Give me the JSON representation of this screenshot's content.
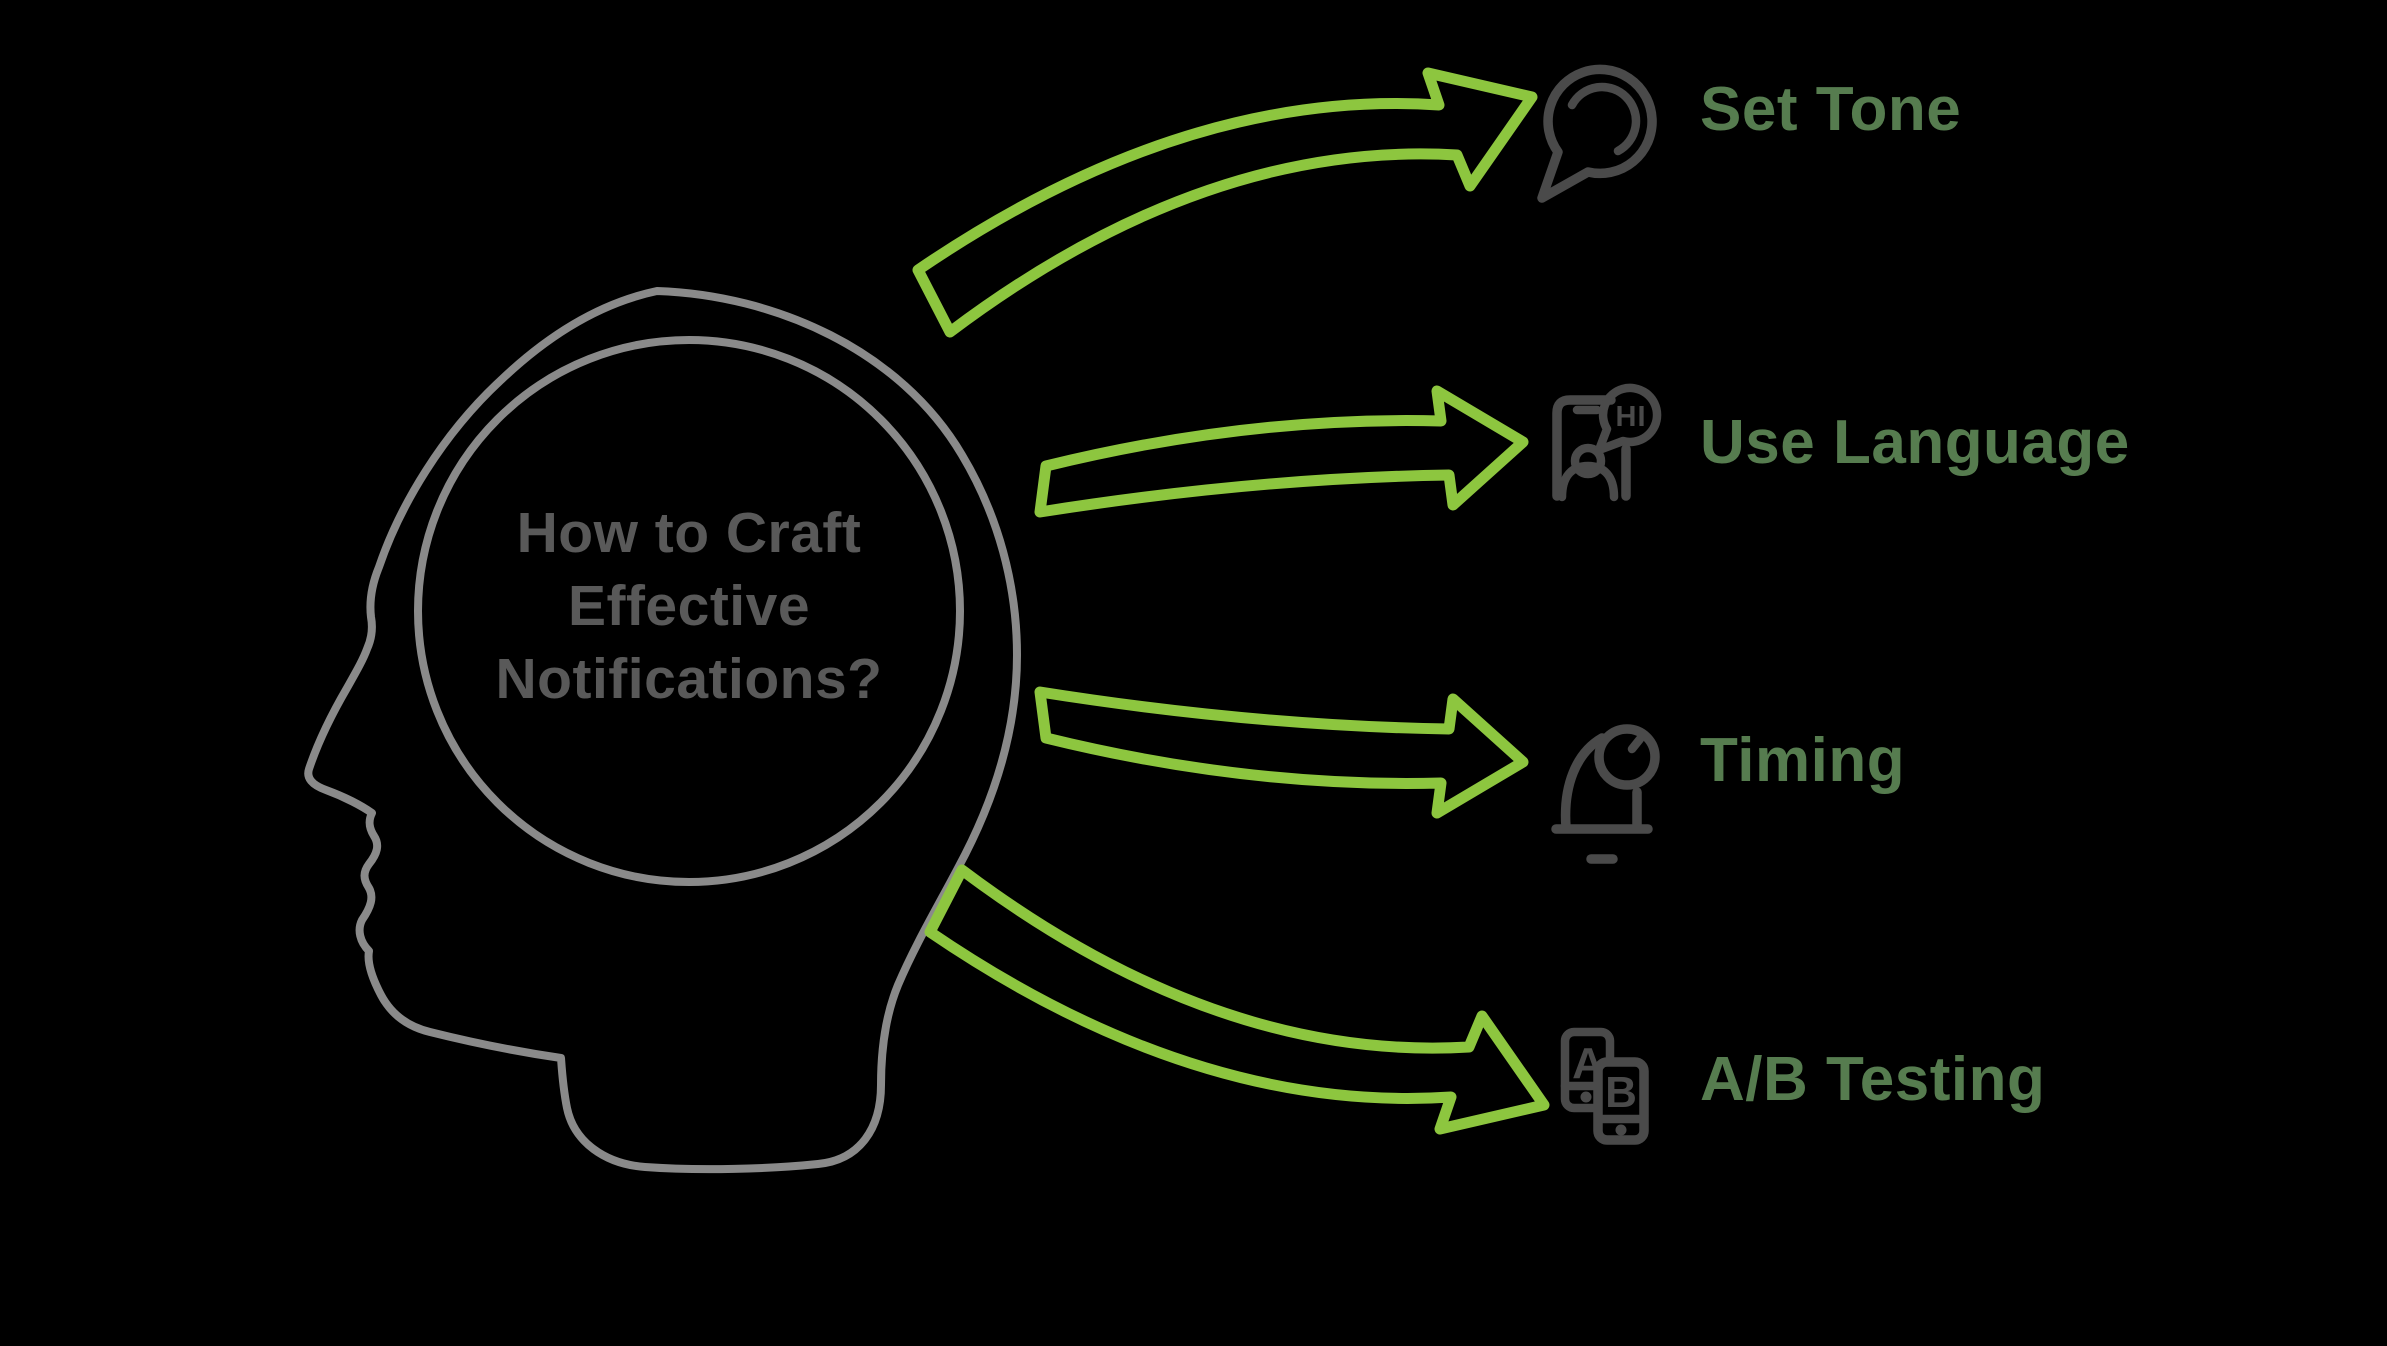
{
  "colors": {
    "background": "#000000",
    "head_outline": "#8a8a8a",
    "head_text": "#595959",
    "arrow": "#8dc63f",
    "label": "#567c4f",
    "icon": "#4a4a4a"
  },
  "head": {
    "question_lines": [
      "How to Craft",
      "Effective",
      "Notifications?"
    ]
  },
  "items": [
    {
      "label": "Set Tone",
      "icon": "speech-bubble-icon"
    },
    {
      "label": "Use Language",
      "icon": "phone-chat-icon",
      "bubble_text": "HI"
    },
    {
      "label": "Timing",
      "icon": "bell-clock-icon"
    },
    {
      "label": "A/B Testing",
      "icon": "ab-phones-icon",
      "letters": [
        "A",
        "B"
      ]
    }
  ]
}
